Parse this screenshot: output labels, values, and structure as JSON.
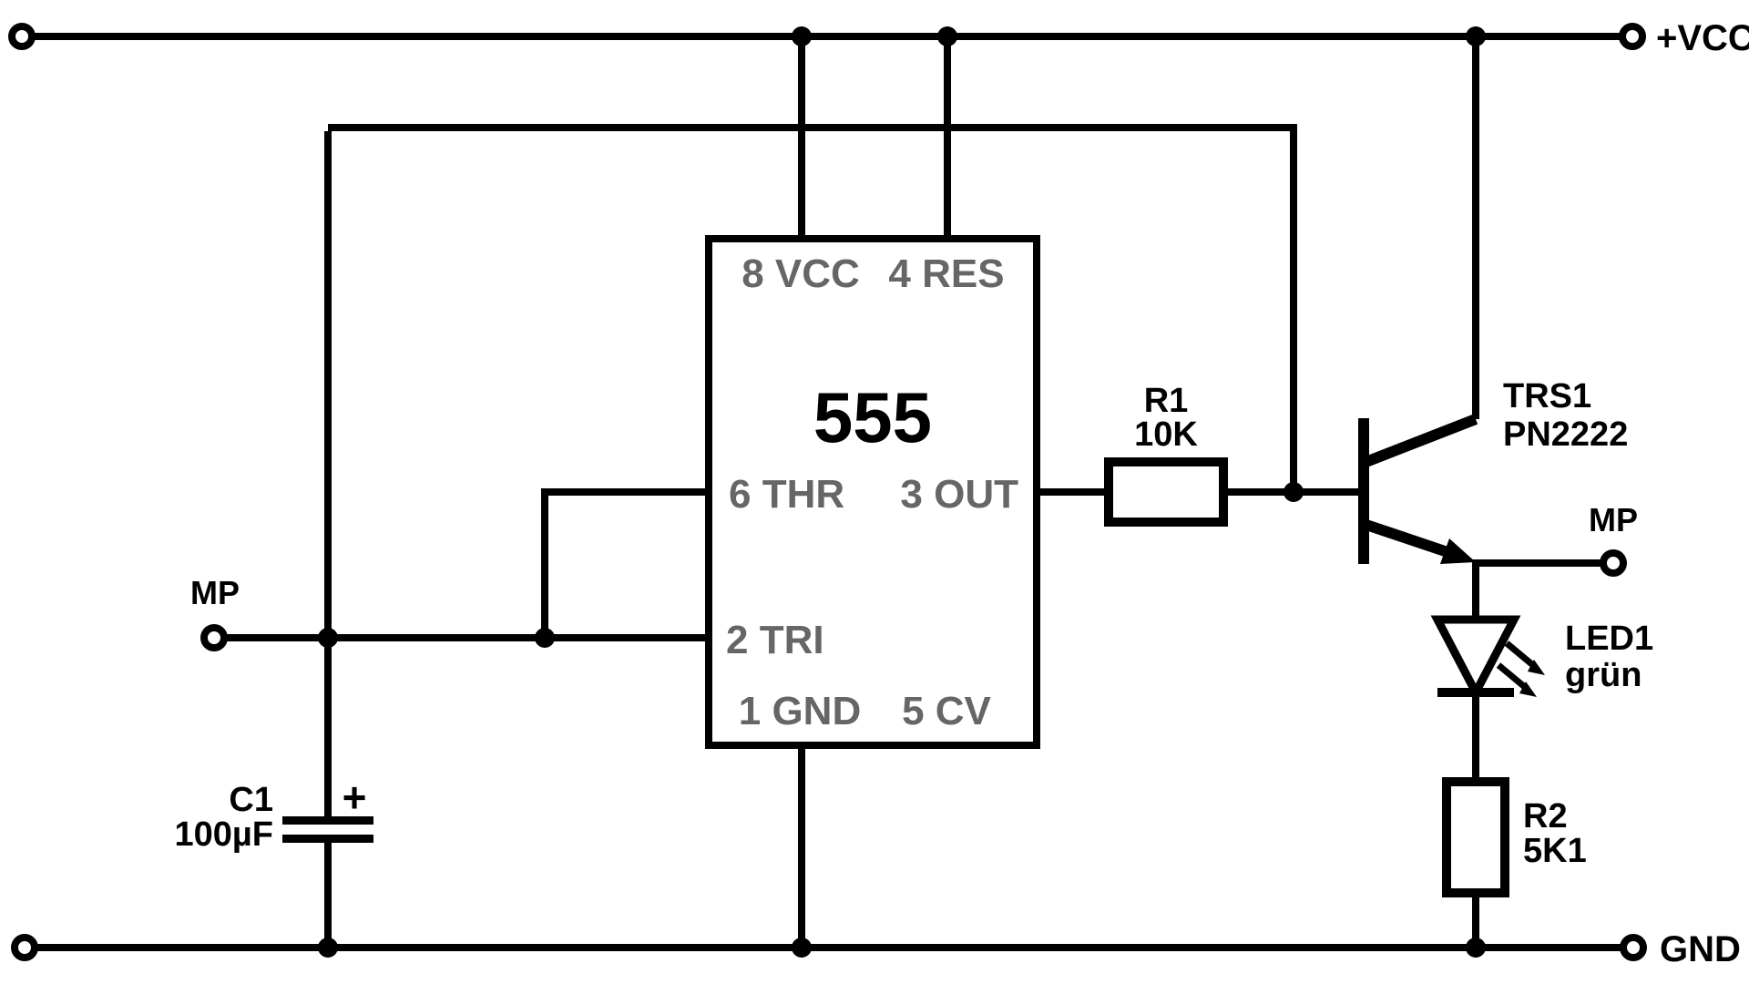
{
  "diagram": {
    "type": "circuit-schematic",
    "subject": "555 timer LED blinker circuit"
  },
  "colors": {
    "wire": "#000000",
    "component_label": "#000000",
    "ic_pin_label": "#666666",
    "background": "#ffffff"
  },
  "rails": {
    "vcc_label": "+VCC",
    "gnd_label": "GND"
  },
  "test_points": {
    "left_label": "MP",
    "right_label": "MP"
  },
  "ic555": {
    "name": "555",
    "pins": {
      "p8": "8 VCC",
      "p4": "4 RES",
      "p6": "6 THR",
      "p3": "3 OUT",
      "p2": "2 TRI",
      "p1": "1 GND",
      "p5": "5 CV"
    }
  },
  "components": {
    "r1": {
      "ref": "R1",
      "value": "10K"
    },
    "r2": {
      "ref": "R2",
      "value": "5K1"
    },
    "c1": {
      "ref": "C1",
      "value": "100µF",
      "polarity": "+"
    },
    "trs1": {
      "ref": "TRS1",
      "value": "PN2222"
    },
    "led1": {
      "ref": "LED1",
      "value": "grün"
    }
  }
}
